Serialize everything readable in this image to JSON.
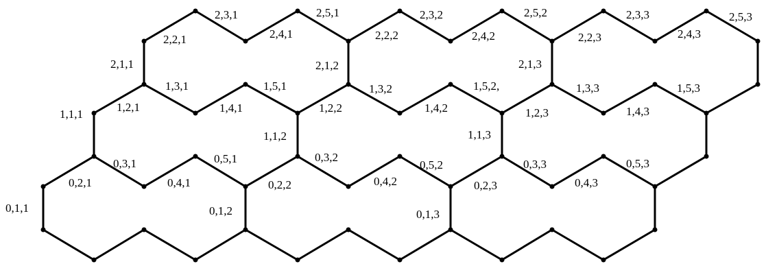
{
  "diagram": {
    "type": "hexagonal-cell-graph",
    "colors": {
      "edge": "#000000",
      "vertex": "#000000",
      "background": "#ffffff"
    },
    "labels": [
      "0,1,1",
      "0,2,1",
      "0,3,1",
      "0,4,1",
      "0,5,1",
      "0,1,2",
      "0,2,2",
      "0,3,2",
      "0,4,2",
      "0,5,2",
      "0,1,3",
      "0,2,3",
      "0,3,3",
      "0,4,3",
      "0,5,3",
      "1,1,1",
      "1,2,1",
      "1,3,1",
      "1,4,1",
      "1,5,1",
      "1,1,2",
      "1,2,2",
      "1,3,2",
      "1,4,2",
      "1,5,2,",
      "1,1,3",
      "1,2,3",
      "1,3,3",
      "1,4,3",
      "1,5,3",
      "2,1,1",
      "2,2,1",
      "2,3,1",
      "2,4,1",
      "2,5,1",
      "2,1,2",
      "2,2,2",
      "2,3,2",
      "2,4,2",
      "2,5,2",
      "2,1,3",
      "2,2,3",
      "2,3,3",
      "2,4,3",
      "2,5,3"
    ]
  }
}
